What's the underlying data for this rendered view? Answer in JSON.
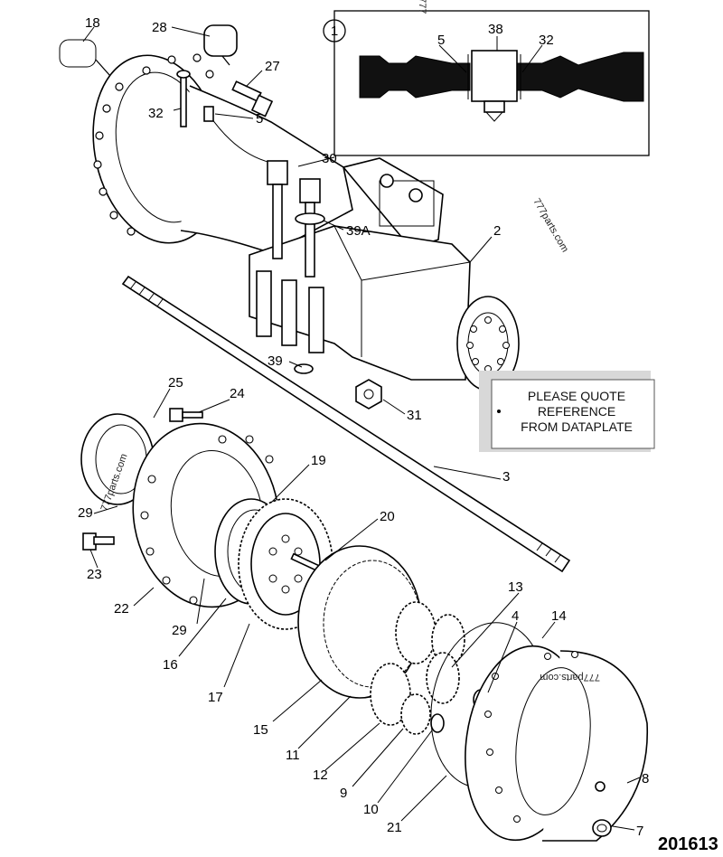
{
  "drawing_number": "201613",
  "inset": {
    "circle_number": "1",
    "labels": {
      "left": "5",
      "center": "38",
      "right": "32"
    }
  },
  "note_plate": {
    "line1": "PLEASE QUOTE",
    "line2": "REFERENCE",
    "line3": "FROM DATAPLATE"
  },
  "watermarks": {
    "top": "777",
    "mid": "777parts.com",
    "left": "777parts.com",
    "right": "777parts.com"
  },
  "part_labels": [
    {
      "id": "18",
      "text": "18"
    },
    {
      "id": "28",
      "text": "28"
    },
    {
      "id": "27",
      "text": "27"
    },
    {
      "id": "32",
      "text": "32"
    },
    {
      "id": "5",
      "text": "5"
    },
    {
      "id": "30",
      "text": "30"
    },
    {
      "id": "39A",
      "text": "39A"
    },
    {
      "id": "2",
      "text": "2"
    },
    {
      "id": "39",
      "text": "39"
    },
    {
      "id": "31",
      "text": "31"
    },
    {
      "id": "25",
      "text": "25"
    },
    {
      "id": "24",
      "text": "24"
    },
    {
      "id": "19",
      "text": "19"
    },
    {
      "id": "3",
      "text": "3"
    },
    {
      "id": "29a",
      "text": "29"
    },
    {
      "id": "20",
      "text": "20"
    },
    {
      "id": "23",
      "text": "23"
    },
    {
      "id": "22",
      "text": "22"
    },
    {
      "id": "29b",
      "text": "29"
    },
    {
      "id": "16",
      "text": "16"
    },
    {
      "id": "17",
      "text": "17"
    },
    {
      "id": "13",
      "text": "13"
    },
    {
      "id": "4",
      "text": "4"
    },
    {
      "id": "14",
      "text": "14"
    },
    {
      "id": "15",
      "text": "15"
    },
    {
      "id": "11",
      "text": "11"
    },
    {
      "id": "12",
      "text": "12"
    },
    {
      "id": "9",
      "text": "9"
    },
    {
      "id": "10",
      "text": "10"
    },
    {
      "id": "21",
      "text": "21"
    },
    {
      "id": "8",
      "text": "8"
    },
    {
      "id": "7",
      "text": "7"
    }
  ]
}
